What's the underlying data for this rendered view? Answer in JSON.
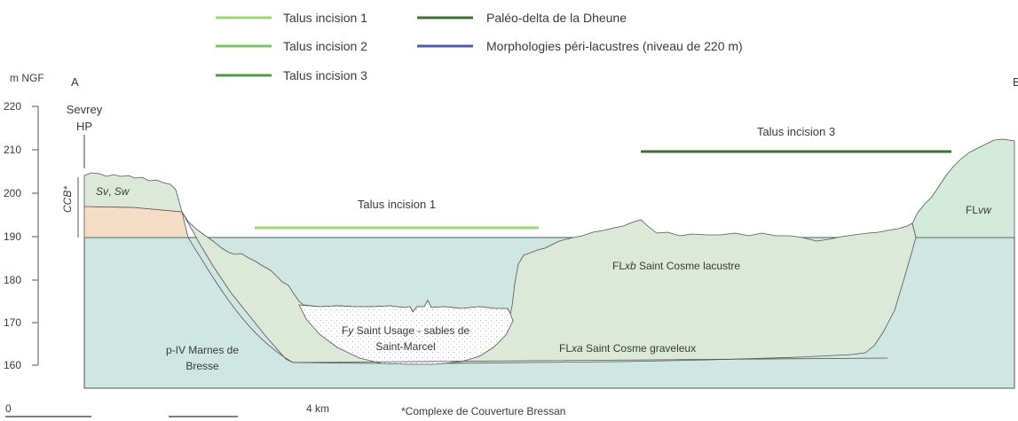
{
  "legend": [
    {
      "label": "Talus incision 1",
      "color": "#9fd37a"
    },
    {
      "label": "Talus incision 2",
      "color": "#7ec267"
    },
    {
      "label": "Talus incision 3",
      "color": "#4f9b47"
    },
    {
      "label": "Paléo-delta de la Dheune",
      "color": "#3f6f32"
    },
    {
      "label": "Morphologies péri-lacustres (niveau de 220 m)",
      "color": "#4f5aa8"
    }
  ],
  "axis": {
    "unit": "m NGF",
    "ticks": [
      "220",
      "210",
      "200",
      "190",
      "180",
      "170",
      "160"
    ],
    "ccb_label": "CCB*"
  },
  "section": {
    "start_label": "A",
    "end_label": "B",
    "site_line1": "Sevrey",
    "site_line2": "HP"
  },
  "talus_annotations": [
    {
      "label": "Talus incision 1",
      "color": "#9fd37a"
    },
    {
      "label": "Talus incision 3",
      "color": "#3f6f32"
    }
  ],
  "formations": {
    "sv_a": "Sv",
    "sv_sep": ", ",
    "sv_b": "Sw",
    "flvw_a": "FL",
    "flvw_b": "vw",
    "flxb_a": "FL",
    "flxb_b": "xb",
    "flxb_c": " Saint Cosme lacustre",
    "flxa_a": "FL",
    "flxa_b": "xa",
    "flxa_c": " Saint Cosme graveleux",
    "fy_a": "F",
    "fy_b": "y",
    "fy_c": " Saint Usage - sables de",
    "fy_line2": "Saint-Marcel",
    "piv_line1": "p-IV Marnes de",
    "piv_line2": "Bresse"
  },
  "scale": {
    "start": "0",
    "end": "4 km"
  },
  "footnote": "*Complexe de Couverture Bressan",
  "colors": {
    "marnes": "#cfe6e2",
    "flx": "#dce8d8",
    "orange": "#f4dcc7",
    "flvw": "#d3eadb",
    "sand": "#ffffff",
    "outline": "#555555"
  }
}
